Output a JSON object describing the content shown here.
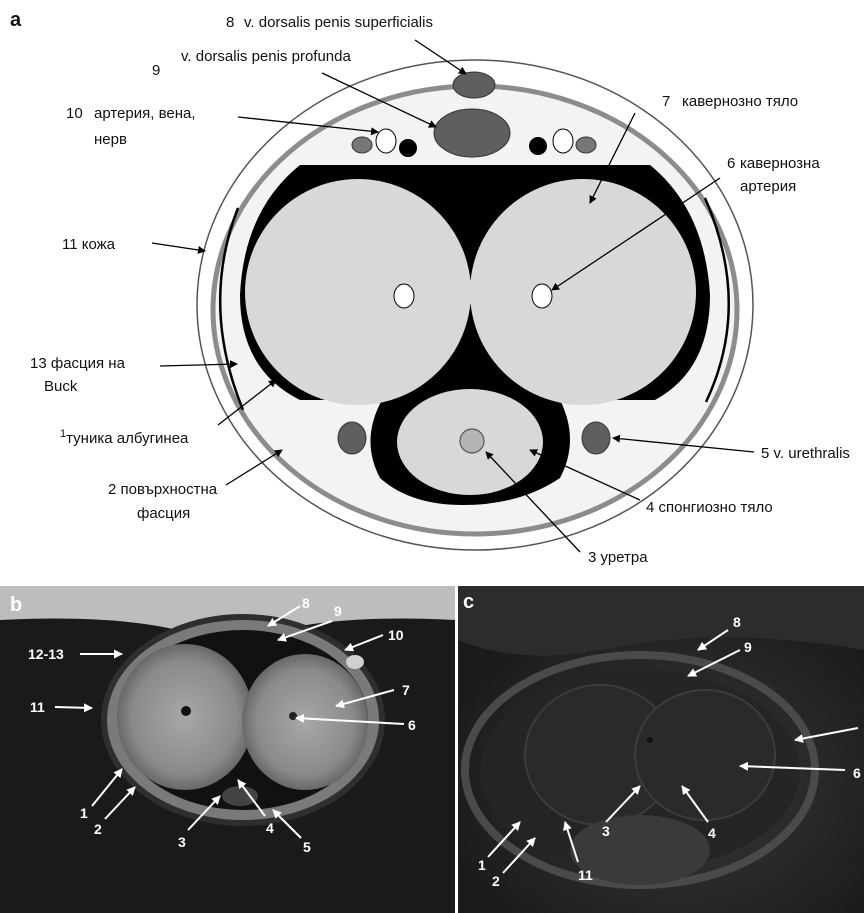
{
  "panels": {
    "a": "а",
    "b": "b",
    "c": "c"
  },
  "diagram_labels": {
    "l8_num": "8",
    "l8": "v. dorsalis penis  superficialis",
    "l9_num": "9",
    "l9": "v. dorsalis penis profunda",
    "l10_num": "10",
    "l10a": "артерия, вена,",
    "l10b": "нерв",
    "l7_num": "7",
    "l7": "кавернозно тяло",
    "l6_num": "6",
    "l6a": "кавернозна",
    "l6b": "артерия",
    "l11": "11 кожа",
    "l13a": "13 фасция на",
    "l13b": "Buck",
    "l1_num": "1",
    "l1": "туника албугинеа",
    "l2a": "2 повърхностна",
    "l2b": "фасция",
    "l5": "5  v. urethralis",
    "l4": "4  спонгиозно тяло",
    "l3": "3  уретра"
  },
  "mri_labels": {
    "n8": "8",
    "n9": "9",
    "n10": "10",
    "n1213": "12-13",
    "n11": "11",
    "n7": "7",
    "n6": "6",
    "n1": "1",
    "n2": "2",
    "n3": "3",
    "n4": "4",
    "n5": "5"
  },
  "us_labels": {
    "n8": "8",
    "n9": "9",
    "n6": "6",
    "n1": "1",
    "n2": "2",
    "n3": "3",
    "n4": "4",
    "n11": "11"
  }
}
